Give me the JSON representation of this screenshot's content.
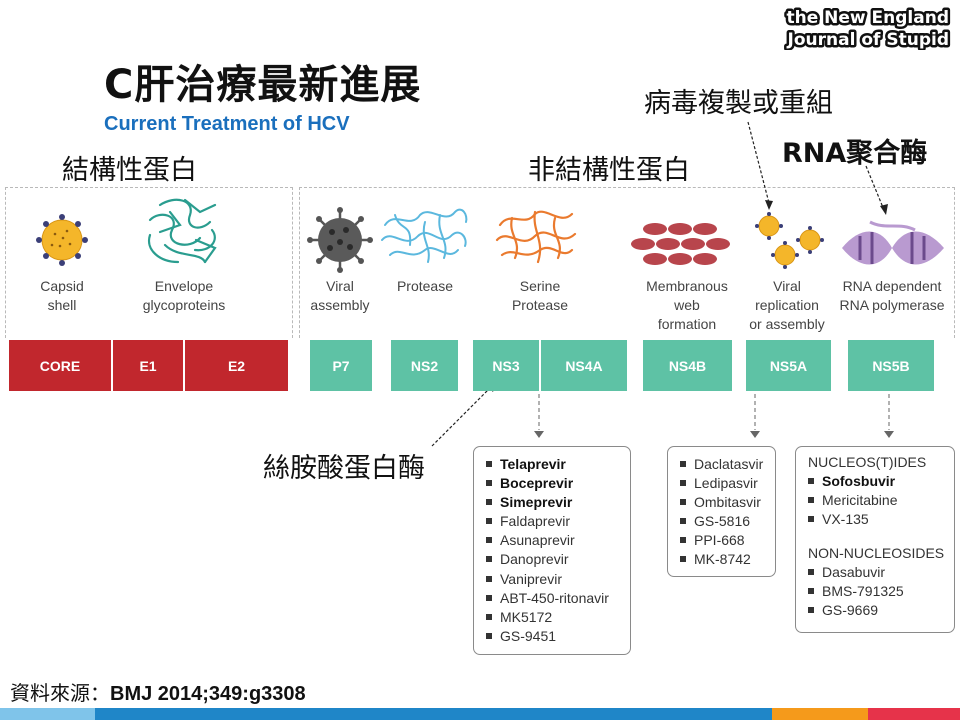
{
  "logo": {
    "line1": "the New England",
    "line2": "Journal of Stupid"
  },
  "title": "C肝治療最新進展",
  "subtitle": "Current Treatment of HCV",
  "labels": {
    "structural": "結構性蛋白",
    "nonstructural": "非結構性蛋白",
    "replication": "病毒複製或重組",
    "rna_polymerase": "RNA聚合酶",
    "serine_protease": "絲胺酸蛋白酶"
  },
  "proteins": [
    {
      "line1": "Capsid",
      "line2": "shell"
    },
    {
      "line1": "Envelope",
      "line2": "glycoproteins"
    },
    {
      "line1": "Viral",
      "line2": "assembly"
    },
    {
      "line1": "Protease",
      "line2": ""
    },
    {
      "line1": "Serine",
      "line2": "Protease"
    },
    {
      "line1": "Membranous",
      "line2": "web",
      "line3": "formation"
    },
    {
      "line1": "Viral",
      "line2": "replication",
      "line3": "or assembly"
    },
    {
      "line1": "RNA dependent",
      "line2": "RNA polymerase"
    }
  ],
  "genes": [
    "CORE",
    "E1",
    "E2",
    "P7",
    "NS2",
    "NS3",
    "NS4A",
    "NS4B",
    "NS5A",
    "NS5B"
  ],
  "drugs": {
    "ns3": [
      "Telaprevir",
      "Boceprevir",
      "Simeprevir",
      "Faldaprevir",
      "Asunaprevir",
      "Danoprevir",
      "Vaniprevir",
      "ABT-450-ritonavir",
      "MK5172",
      "GS-9451"
    ],
    "ns5a": [
      "Daclatasvir",
      "Ledipasvir",
      "Ombitasvir",
      "GS-5816",
      "PPI-668",
      "MK-8742"
    ],
    "ns5b_nuc_heading": "NUCLEOS(T)IDES",
    "ns5b_nuc": [
      "Sofosbuvir",
      "Mericitabine",
      "VX-135"
    ],
    "ns5b_non_heading": "NON-NUCLEOSIDES",
    "ns5b_non": [
      "Dasabuvir",
      "BMS-791325",
      "GS-9669"
    ]
  },
  "source": {
    "label": "資料來源：",
    "citation": "BMJ 2014;349:g3308"
  },
  "colors": {
    "gene_red": "#c1272d",
    "gene_teal": "#5ec2a5",
    "subtitle_blue": "#1a6fbd",
    "capsid_yellow": "#f4b62a",
    "envelope_teal": "#2a9d8f",
    "protease_blue": "#5bb8de",
    "serine_orange": "#ea7a2e",
    "membranous_red": "#b8454c",
    "rna_purple": "#b99ad0"
  }
}
